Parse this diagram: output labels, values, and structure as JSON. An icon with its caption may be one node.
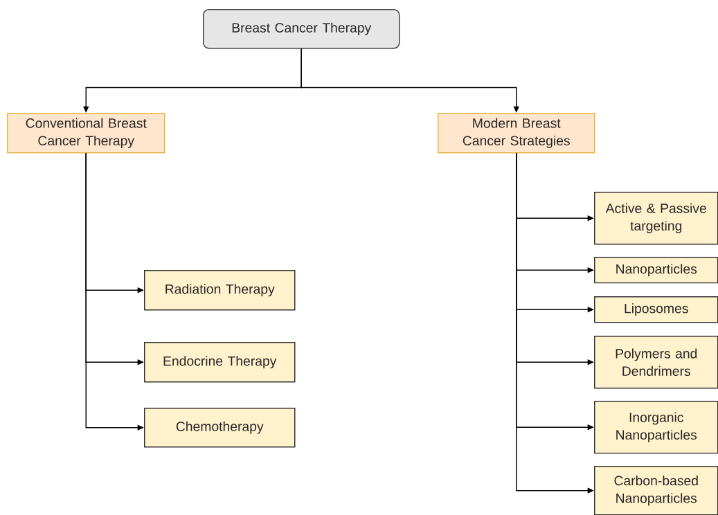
{
  "diagram": {
    "nodes": [
      {
        "text": [
          "Breast Cancer Therapy"
        ]
      },
      {
        "text": [
          "Conventional Breast Cancer Therapy"
        ]
      },
      {
        "text": [
          "Modern Breast Cancer Strategies"
        ]
      },
      {
        "text": [
          "Radiation Therapy"
        ]
      },
      {
        "text": [
          "Endocrine Therapy"
        ]
      },
      {
        "text": [
          "Chemotherapy"
        ]
      },
      {
        "text": [
          "Active & Passive targeting"
        ]
      },
      {
        "text": [
          "Nanoparticles"
        ]
      },
      {
        "text": [
          "Liposomes"
        ]
      },
      {
        "text": [
          "Polymers and Dendrimers"
        ]
      },
      {
        "text": [
          "Inorganic Nanoparticles"
        ]
      },
      {
        "text": [
          "Carbon-based Nanoparticles"
        ]
      }
    ],
    "edges": [
      {
        "from": 0,
        "to": 1,
        "arrow": "to"
      },
      {
        "from": 0,
        "to": 2,
        "arrow": "to"
      },
      {
        "from": 1,
        "to": 3,
        "arrow": "to"
      },
      {
        "from": 1,
        "to": 4,
        "arrow": "to"
      },
      {
        "from": 1,
        "to": 5,
        "arrow": "to"
      },
      {
        "from": 2,
        "to": 6,
        "arrow": "to"
      },
      {
        "from": 2,
        "to": 7,
        "arrow": "to"
      },
      {
        "from": 2,
        "to": 8,
        "arrow": "to"
      },
      {
        "from": 2,
        "to": 9,
        "arrow": "to"
      },
      {
        "from": 2,
        "to": 10,
        "arrow": "to"
      },
      {
        "from": 2,
        "to": 11,
        "arrow": "to"
      }
    ]
  }
}
